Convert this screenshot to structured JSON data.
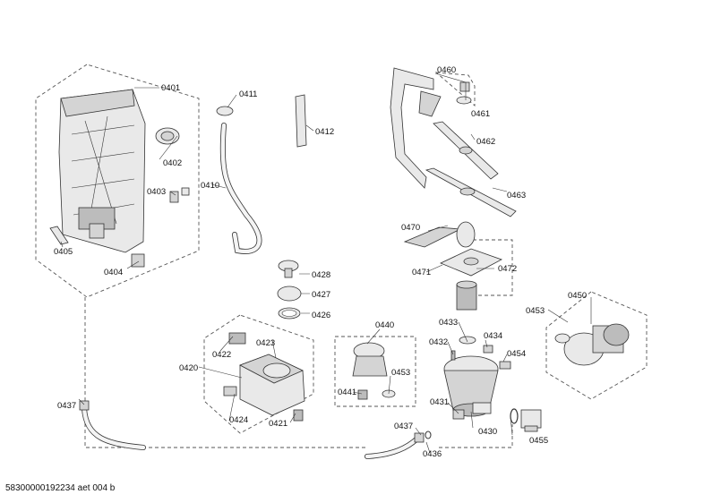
{
  "labels": {
    "p0401": "0401",
    "p0402": "0402",
    "p0403": "0403",
    "p0404": "0404",
    "p0405": "0405",
    "p0410": "0410",
    "p0411": "0411",
    "p0412": "0412",
    "p0420": "0420",
    "p0421": "0421",
    "p0422": "0422",
    "p0423": "0423",
    "p0424": "0424",
    "p0426": "0426",
    "p0427": "0427",
    "p0428": "0428",
    "p0430": "0430",
    "p0431": "0431",
    "p0432": "0432",
    "p0433": "0433",
    "p0434": "0434",
    "p0436": "0436",
    "p0437a": "0437",
    "p0437b": "0437",
    "p0440": "0440",
    "p0441": "0441",
    "p0450": "0450",
    "p0453a": "0453",
    "p0453b": "0453",
    "p0454": "0454",
    "p0455": "0455",
    "p0460": "0460",
    "p0461": "0461",
    "p0462": "0462",
    "p0463": "0463",
    "p0470": "0470",
    "p0471": "0471",
    "p0472": "0472"
  },
  "footer": {
    "code": "58300000192234 aet 004 b"
  }
}
